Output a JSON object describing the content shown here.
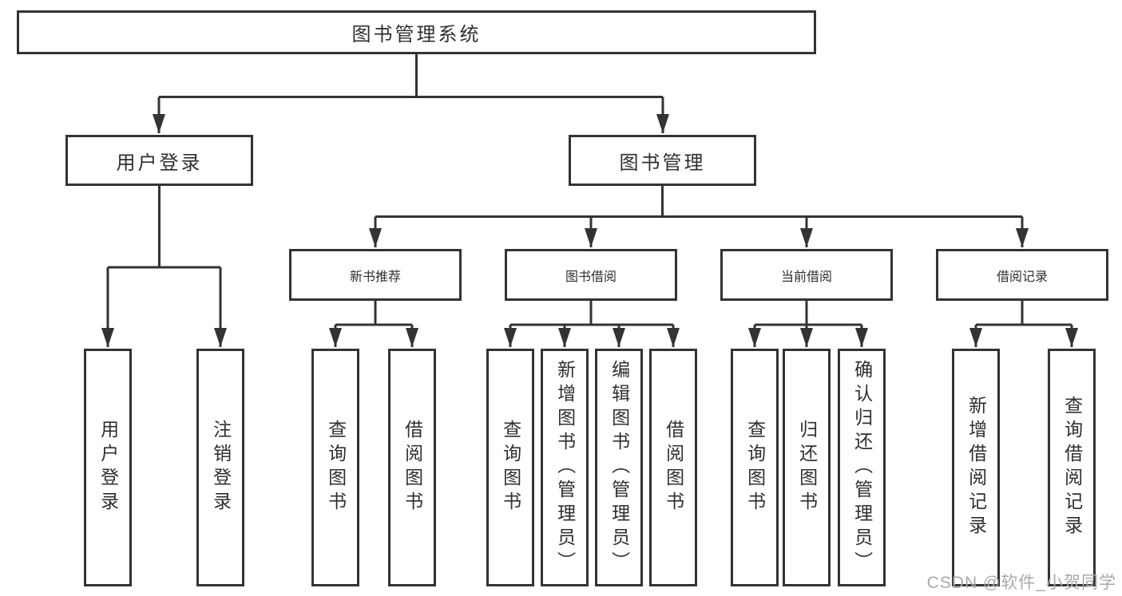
{
  "tree": {
    "root": {
      "label": "图书管理系统",
      "children": [
        {
          "label": "用户登录",
          "children": [
            {
              "label": "用户登录"
            },
            {
              "label": "注销登录"
            }
          ]
        },
        {
          "label": "图书管理",
          "children": [
            {
              "label": "新书推荐",
              "children": [
                {
                  "label": "查询图书"
                },
                {
                  "label": "借阅图书"
                }
              ]
            },
            {
              "label": "图书借阅",
              "children": [
                {
                  "label": "查询图书"
                },
                {
                  "label": "新增图书（管理员）"
                },
                {
                  "label": "编辑图书（管理员）"
                },
                {
                  "label": "借阅图书"
                }
              ]
            },
            {
              "label": "当前借阅",
              "children": [
                {
                  "label": "查询图书"
                },
                {
                  "label": "归还图书"
                },
                {
                  "label": "确认归还（管理员）"
                }
              ]
            },
            {
              "label": "借阅记录",
              "children": [
                {
                  "label": "新增借阅记录"
                },
                {
                  "label": "查询借阅记录"
                }
              ]
            }
          ]
        }
      ]
    }
  },
  "watermark": {
    "text": "CSDN @软件_小贺同学"
  },
  "colors": {
    "line": "#333333",
    "text": "#2f2f2f",
    "background": "#ffffff",
    "watermark": "#a9a9a9"
  }
}
